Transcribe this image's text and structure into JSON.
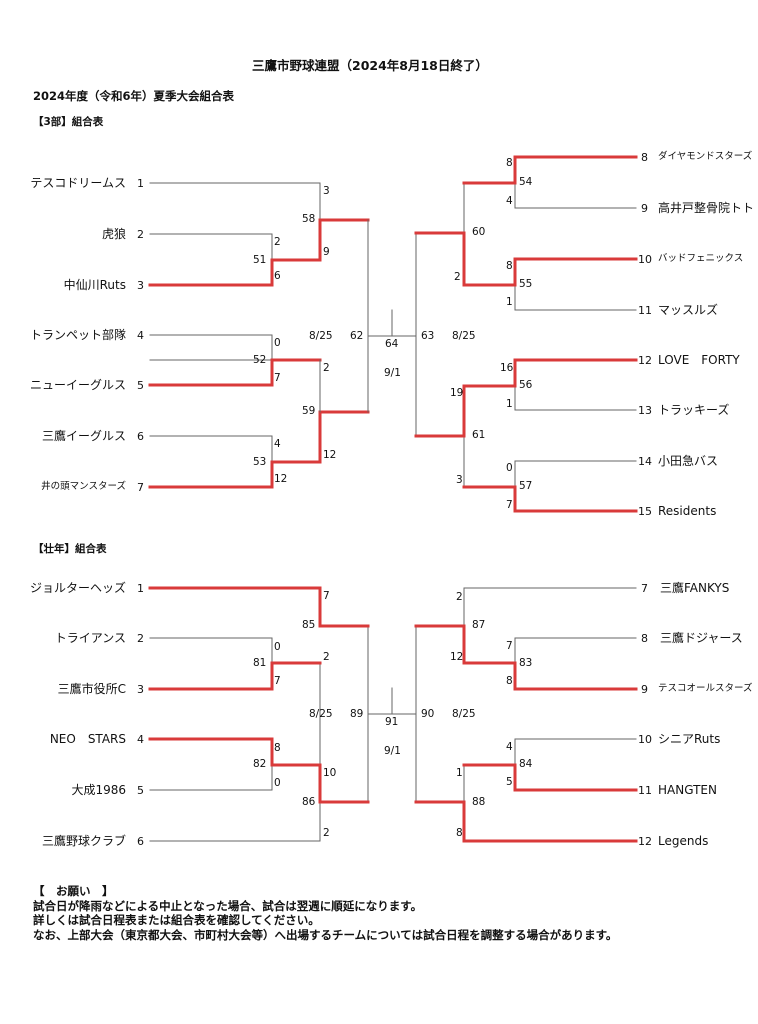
{
  "header": {
    "title": "三鷹市野球連盟（2024年8月18日終了）",
    "subtitle": "2024年度（令和6年）夏季大会組合表"
  },
  "colors": {
    "winner_line": "#d93a3a",
    "normal_line": "#555555"
  },
  "div3": {
    "heading": "【3部】組合表",
    "left_teams": [
      {
        "seed": "1",
        "name": "テスコドリームス"
      },
      {
        "seed": "2",
        "name": "虎狼"
      },
      {
        "seed": "3",
        "name": "中仙川Ruts"
      },
      {
        "seed": "4",
        "name": "トランペット部隊"
      },
      {
        "seed": "5",
        "name": "ニューイーグルス"
      },
      {
        "seed": "6",
        "name": "三鷹イーグルス"
      },
      {
        "seed": "7",
        "name": "井の頭マンスターズ"
      }
    ],
    "right_teams": [
      {
        "seed": "8",
        "name": "ダイヤモンドスターズ"
      },
      {
        "seed": "9",
        "name": "高井戸整骨院トト"
      },
      {
        "seed": "10",
        "name": "バッドフェニックス"
      },
      {
        "seed": "11",
        "name": "マッスルズ"
      },
      {
        "seed": "12",
        "name": "LOVE　FORTY"
      },
      {
        "seed": "13",
        "name": "トラッキーズ"
      },
      {
        "seed": "14",
        "name": "小田急バス"
      },
      {
        "seed": "15",
        "name": "Residents"
      }
    ],
    "scores": [
      "3",
      "2",
      "6",
      "9",
      "58",
      "0",
      "7",
      "2",
      "4",
      "12",
      "12",
      "8",
      "4",
      "60",
      "8",
      "1",
      "2",
      "16",
      "1",
      "19",
      "0",
      "7",
      "3"
    ],
    "matches": [
      "51",
      "52",
      "53",
      "59",
      "62",
      "64",
      "63",
      "61",
      "54",
      "55",
      "56",
      "57"
    ],
    "dates": [
      "8/25",
      "9/1",
      "8/25"
    ]
  },
  "senior": {
    "heading": "【壮年】組合表",
    "left_teams": [
      {
        "seed": "1",
        "name": "ジョルターヘッズ"
      },
      {
        "seed": "2",
        "name": "トライアンス"
      },
      {
        "seed": "3",
        "name": "三鷹市役所C"
      },
      {
        "seed": "4",
        "name": "NEO　STARS"
      },
      {
        "seed": "5",
        "name": "大成1986"
      },
      {
        "seed": "6",
        "name": "三鷹野球クラブ"
      }
    ],
    "right_teams": [
      {
        "seed": "7",
        "name": "三鷹FANKYS"
      },
      {
        "seed": "8",
        "name": "三鷹ドジャース"
      },
      {
        "seed": "9",
        "name": "テスコオールスターズ"
      },
      {
        "seed": "10",
        "name": "シニアRuts"
      },
      {
        "seed": "11",
        "name": "HANGTEN"
      },
      {
        "seed": "12",
        "name": "Legends"
      }
    ],
    "scores": [
      "7",
      "0",
      "7",
      "2",
      "8",
      "0",
      "10",
      "2",
      "2",
      "7",
      "8",
      "12",
      "4",
      "5",
      "1",
      "8"
    ],
    "matches": [
      "85",
      "81",
      "82",
      "86",
      "89",
      "91",
      "90",
      "87",
      "83",
      "84",
      "88"
    ],
    "dates": [
      "8/25",
      "9/1",
      "8/25"
    ]
  },
  "notes": {
    "heading": "【　お願い　】",
    "lines": [
      "試合日が降雨などによる中止となった場合、試合は翌週に順延になります。",
      "詳しくは試合日程表または組合表を確認してください。",
      "なお、上部大会（東京都大会、市町村大会等）へ出場するチームについては試合日程を調整する場合があります。"
    ]
  }
}
